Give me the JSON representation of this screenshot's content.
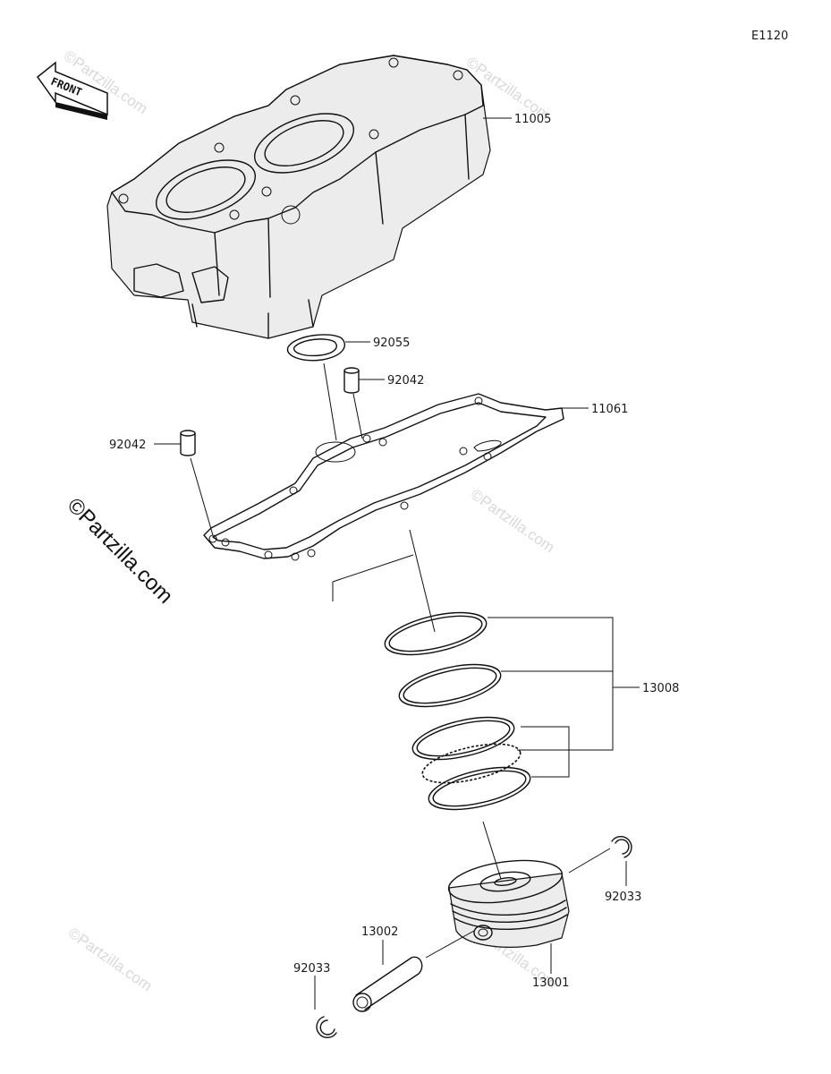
{
  "diagram_code": "E1120",
  "front_label": "FRONT",
  "watermark_main": "©Partzilla.com",
  "watermark_faint": "©Partzilla.com",
  "parts": {
    "cylinder": "11005",
    "gasket_small": "92055",
    "dowel_right": "92042",
    "dowel_left": "92042",
    "cylinder_gasket": "11061",
    "piston_rings": "13008",
    "circlip_right": "92033",
    "piston_pin": "13002",
    "circlip_left": "92033",
    "piston": "13001"
  }
}
